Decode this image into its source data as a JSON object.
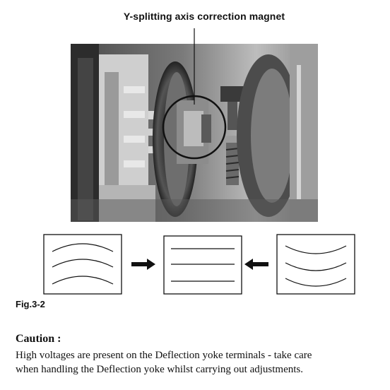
{
  "callout": {
    "label": "Y-splitting axis correction magnet"
  },
  "figure": {
    "label": "Fig.3-2",
    "photo_alt": "Deflection yoke assembly photo",
    "panels": [
      {
        "name": "lines-curved-down"
      },
      {
        "name": "lines-straight"
      },
      {
        "name": "lines-curved-up"
      }
    ]
  },
  "caution": {
    "title": "Caution :",
    "body_line1": "High voltages are present on the Deflection yoke terminals - take care",
    "body_line2": "when handling the Deflection yoke whilst carrying out adjustments."
  }
}
